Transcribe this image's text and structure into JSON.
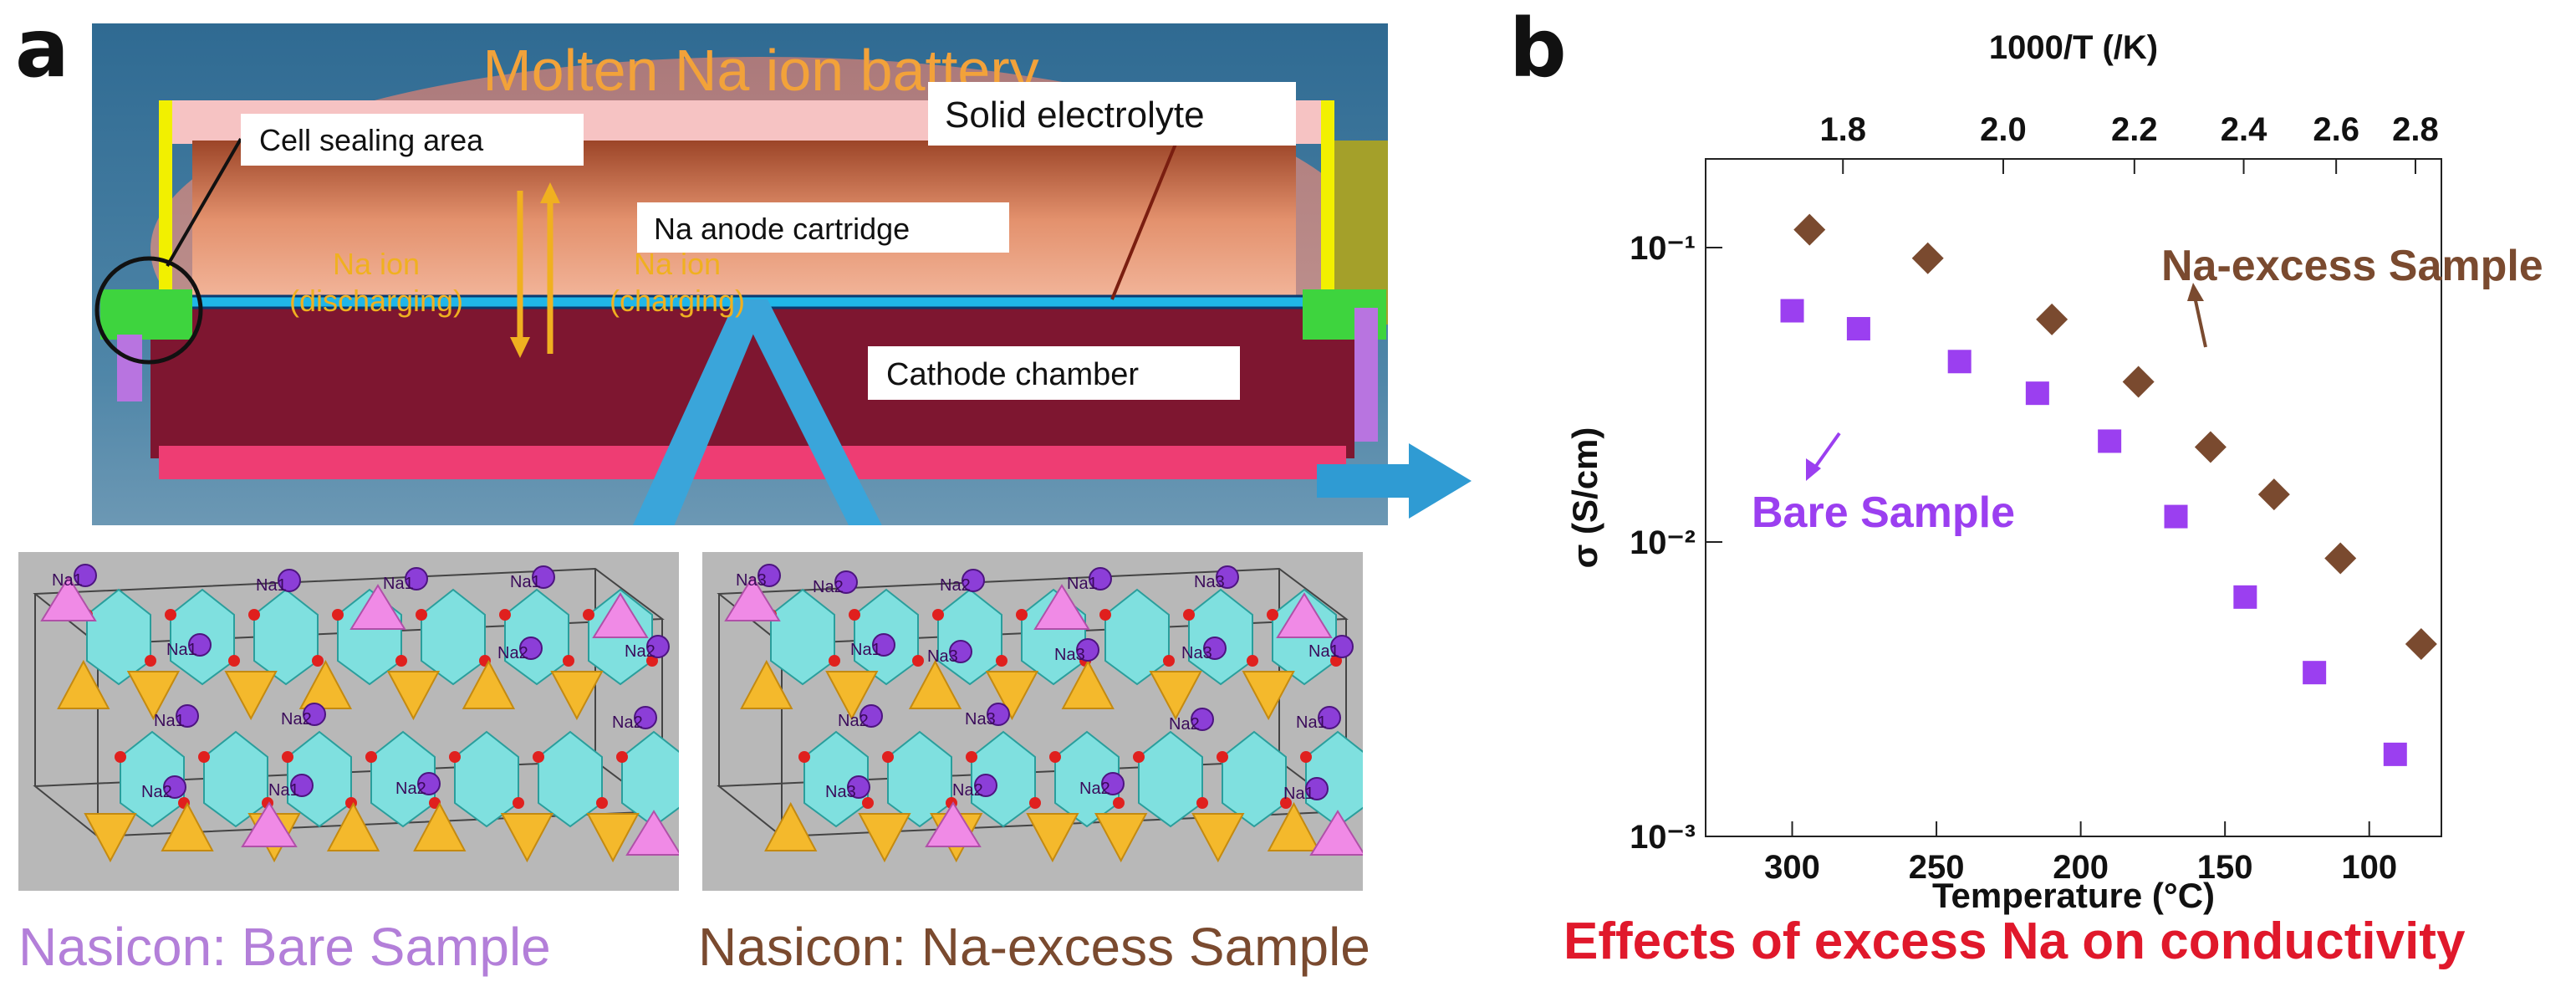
{
  "panel_a": {
    "letter": "a",
    "battery_title": "Molten Na ion battery",
    "labels": {
      "cell_sealing": "Cell sealing area",
      "solid_electrolyte": "Solid electrolyte",
      "na_anode": "Na anode cartridge",
      "na_ion_left_1": "Na ion",
      "na_ion_left_2": "(discharging)",
      "na_ion_right_1": "Na ion",
      "na_ion_right_2": "(charging)",
      "cathode": "Cathode chamber"
    },
    "crystal_left": {
      "caption": "Nasicon: Bare Sample",
      "atom_labels": [
        "Na1",
        "Na1",
        "Na2",
        "Na2",
        "Na1",
        "Na2",
        "Na1",
        "Na1",
        "Na1",
        "Na2",
        "Na2",
        "Na2",
        "Na1"
      ]
    },
    "crystal_right": {
      "caption": "Nasicon: Na-excess Sample",
      "atom_labels": [
        "Na3",
        "Na1",
        "Na3",
        "Na2",
        "Na3",
        "Na1",
        "Na2",
        "Na2",
        "Na1",
        "Na3",
        "Na1",
        "Na3",
        "Na2",
        "Na3",
        "Na2",
        "Na1",
        "Na2",
        "Na3"
      ]
    },
    "colors": {
      "caption_bare": "#b37fd9",
      "caption_excess": "#7a4a2f",
      "battery_bg": "#3d7196",
      "title": "#f2a23a"
    }
  },
  "panel_b": {
    "letter": "b",
    "caption": "Effects of excess Na on conductivity",
    "caption_color": "#e0182b"
  },
  "chart_data": {
    "type": "scatter",
    "title": "",
    "xlabel": "Temperature (°C)",
    "x2label": "1000/T (/K)",
    "ylabel": "σ (S/cm)",
    "y_scale": "log",
    "ylim": [
      0.001,
      0.2
    ],
    "xlim": [
      330,
      75
    ],
    "x_ticks": [
      300,
      250,
      200,
      150,
      100
    ],
    "x2_ticks": [
      "1.8",
      "2.0",
      "2.2",
      "2.4",
      "2.6",
      "2.8"
    ],
    "y_ticks": [
      "10⁻³",
      "10⁻²",
      "10⁻¹"
    ],
    "grid": false,
    "series": [
      {
        "name": "Na-excess Sample",
        "marker": "diamond",
        "color": "#7a4a2f",
        "x": [
          294,
          253,
          210,
          180,
          155,
          133,
          110,
          82
        ],
        "y": [
          0.115,
          0.092,
          0.057,
          0.035,
          0.021,
          0.0145,
          0.0088,
          0.0045
        ]
      },
      {
        "name": "Bare Sample",
        "marker": "square",
        "color": "#9b3ff0",
        "x": [
          300,
          277,
          242,
          215,
          190,
          167,
          143,
          119,
          91
        ],
        "y": [
          0.061,
          0.053,
          0.041,
          0.032,
          0.022,
          0.0122,
          0.0065,
          0.0036,
          0.0019
        ]
      }
    ]
  }
}
